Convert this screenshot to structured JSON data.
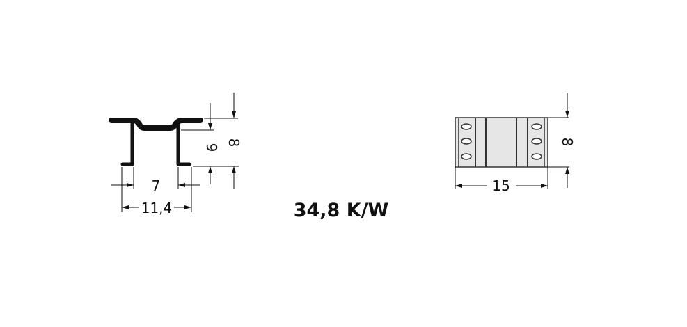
{
  "profile_view": {
    "dim_inner_width": "7",
    "dim_outer_width": "11,4",
    "dim_inner_height": "9",
    "dim_total_height": "8"
  },
  "top_view": {
    "dim_width": "15",
    "dim_height": "8"
  },
  "thermal_resistance": "34,8 K/W",
  "colors": {
    "line": "#111111",
    "fill": "#e6e6e6"
  }
}
